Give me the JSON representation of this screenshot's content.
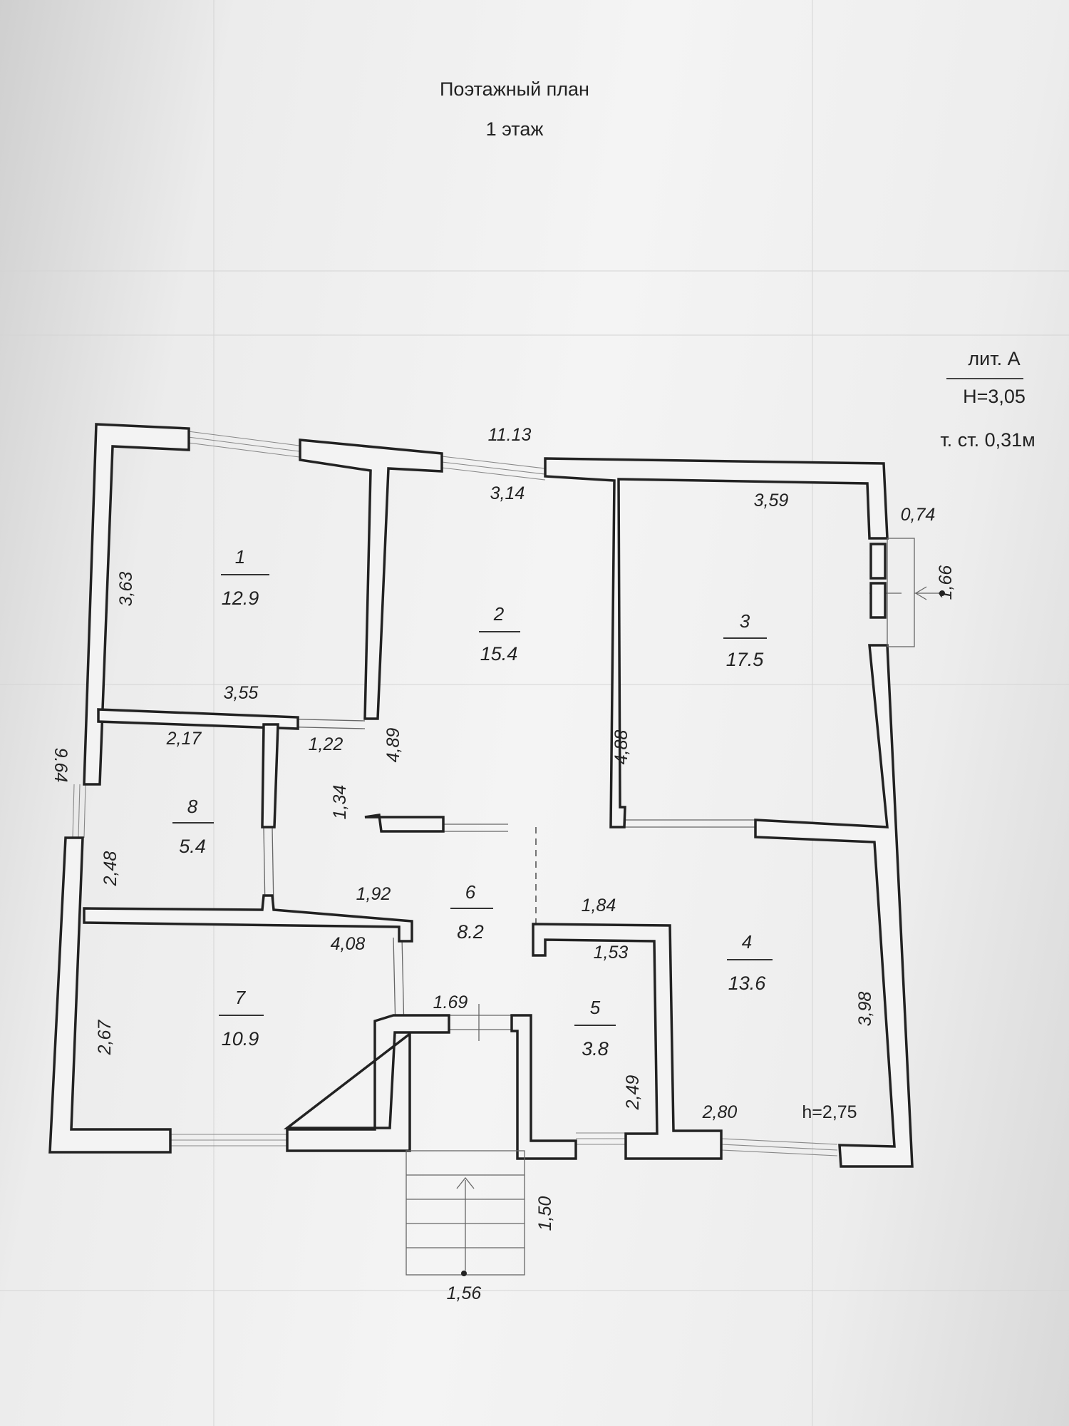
{
  "header": {
    "title": "Поэтажный план",
    "subtitle": "1 этаж"
  },
  "literal": {
    "name": "лит. А",
    "height": "Н=3,05",
    "wall_thickness": "т. ст. 0,31м"
  },
  "rooms": [
    {
      "number": "1",
      "area": "12.9"
    },
    {
      "number": "2",
      "area": "15.4"
    },
    {
      "number": "3",
      "area": "17.5"
    },
    {
      "number": "4",
      "area": "13.6"
    },
    {
      "number": "5",
      "area": "3.8"
    },
    {
      "number": "6",
      "area": "8.2"
    },
    {
      "number": "7",
      "area": "10.9"
    },
    {
      "number": "8",
      "area": "5.4"
    }
  ],
  "dimensions": {
    "overall_width": "11.13",
    "overall_height": "9.64",
    "room2_width": "3,14",
    "room3_width": "3,59",
    "porch_depth": "0,74",
    "porch_width": "1,66",
    "room1_height": "3,63",
    "room1_width": "3,55",
    "room8_width": "2,17",
    "hall_opening": "1,22",
    "room2_height": "4,89",
    "room3_height": "4,88",
    "hall_side": "1,34",
    "room8_height": "2,48",
    "hall_width": "1,92",
    "room4_left": "1,84",
    "room7_width": "4,08",
    "room5_width": "1,53",
    "entry_width": "1.69",
    "room7_height": "2,67",
    "room4_height": "3,98",
    "room5_height": "2,49",
    "room4_width": "2,80",
    "room4_ceiling": "h=2,75",
    "stair_length": "1,50",
    "stair_width": "1,56"
  }
}
